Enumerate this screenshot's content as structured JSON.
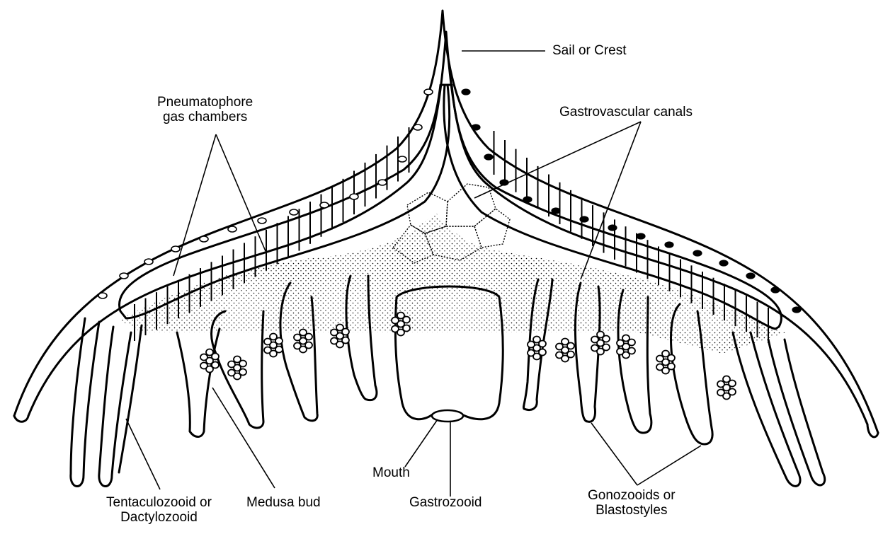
{
  "labels": {
    "sail": "Sail or Crest",
    "pneumatophore_1": "Pneumatophore",
    "pneumatophore_2": "gas chambers",
    "gastrovascular": "Gastrovascular canals",
    "tentaculozooid_1": "Tentaculozooid or",
    "tentaculozooid_2": "Dactylozooid",
    "medusa_bud": "Medusa bud",
    "mouth": "Mouth",
    "gastrozooid": "Gastrozooid",
    "gonozooids_1": "Gonozooids or",
    "gonozooids_2": "Blastostyles"
  }
}
